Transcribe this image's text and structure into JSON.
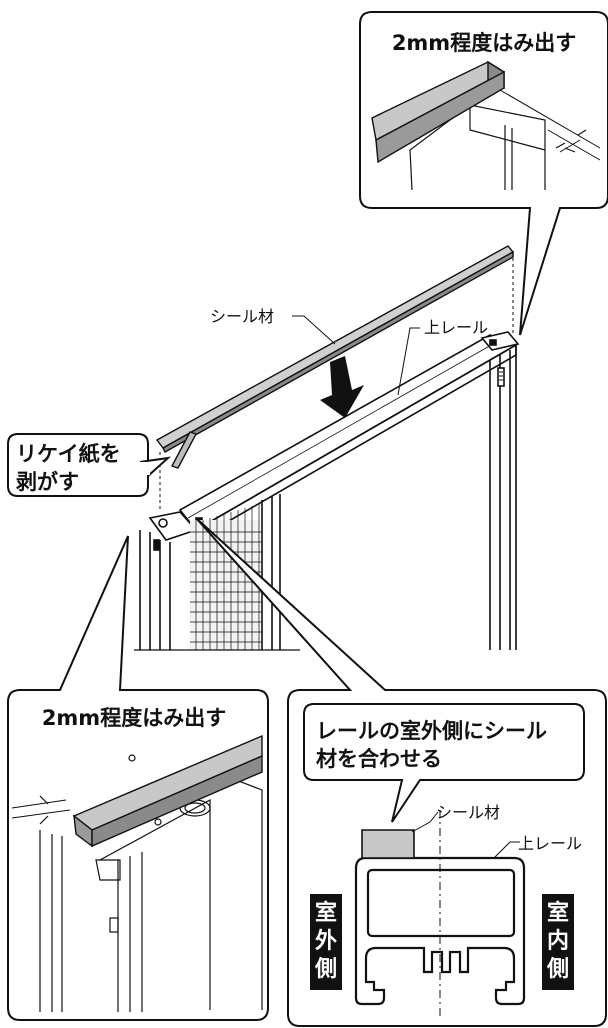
{
  "callouts": {
    "top_right": "2mm程度はみ出す",
    "bottom_left": "2mm程度はみ出す",
    "peel": [
      "リケイ紙を",
      "剥がす"
    ],
    "align": [
      "レールの室外側にシール",
      "材を合わせる"
    ]
  },
  "labels": {
    "seal_material": "シール材",
    "upper_rail": "上レール",
    "detail_seal_material": "シール材",
    "detail_upper_rail": "上レール",
    "outdoor_side": "室外側",
    "indoor_side": "室内側"
  },
  "colors": {
    "line": "#111111",
    "seal_fill": "#bdbdbd",
    "seal_dark": "#8a8a8a",
    "bubble_fill": "#ffffff",
    "side_badge": "#111111"
  },
  "icons": {
    "arrow": "down-arrow-icon"
  }
}
